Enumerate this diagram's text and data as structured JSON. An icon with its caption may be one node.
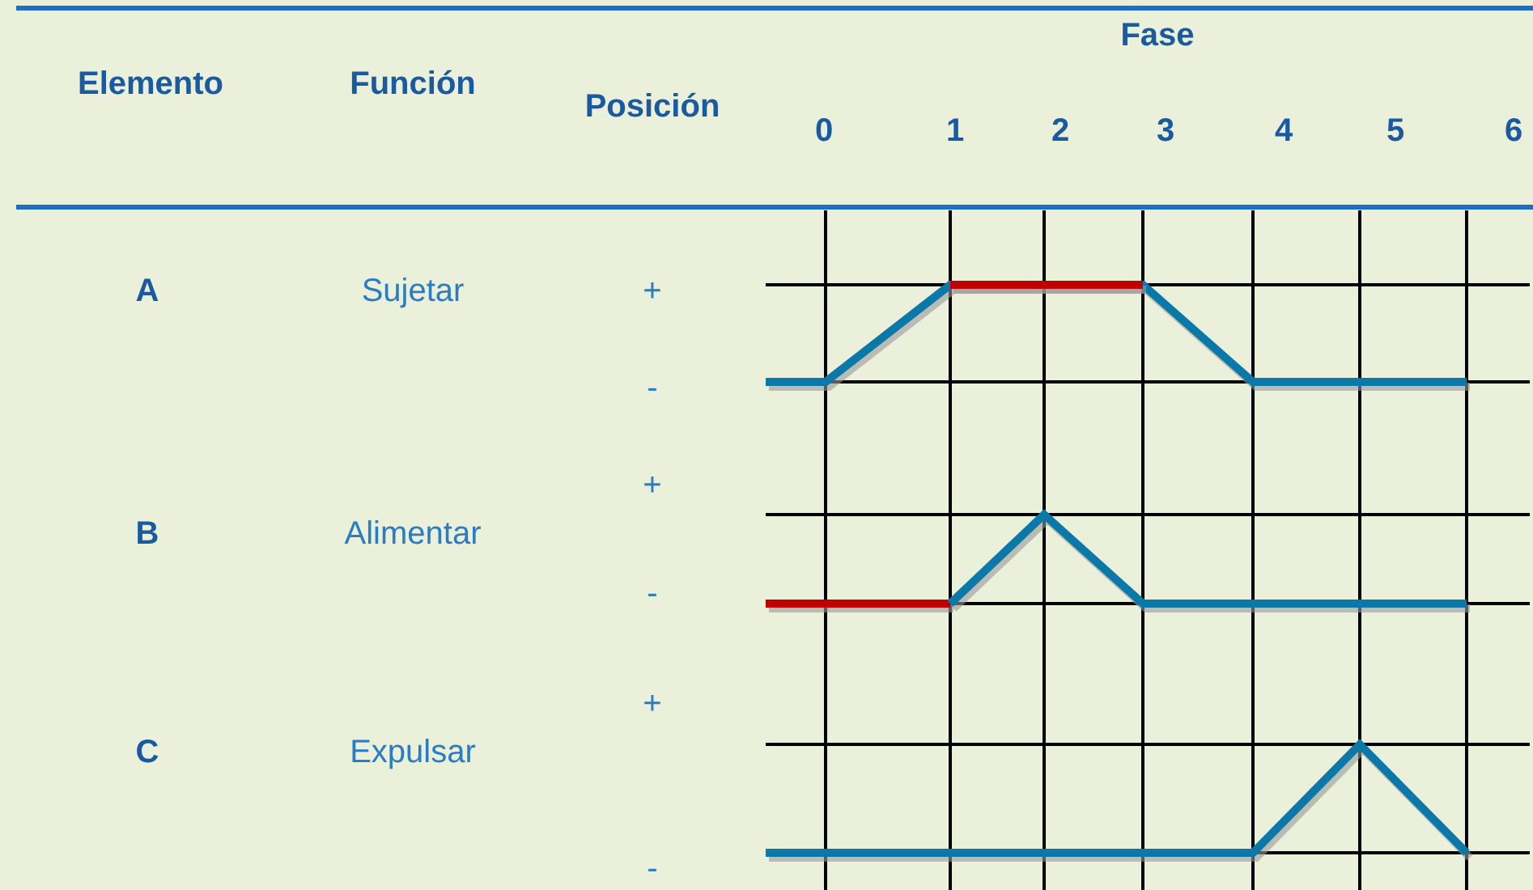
{
  "diagram": {
    "labels": [
      "Fase",
      "Elemento",
      "Función",
      "Posición",
      "0",
      "1",
      "2",
      "3",
      "4",
      "5",
      "6",
      "A",
      "Sujetar",
      "+",
      "-",
      "+",
      "B",
      "Alimentar",
      "-",
      "+",
      "C",
      "Expulsar",
      "-"
    ]
  }
}
